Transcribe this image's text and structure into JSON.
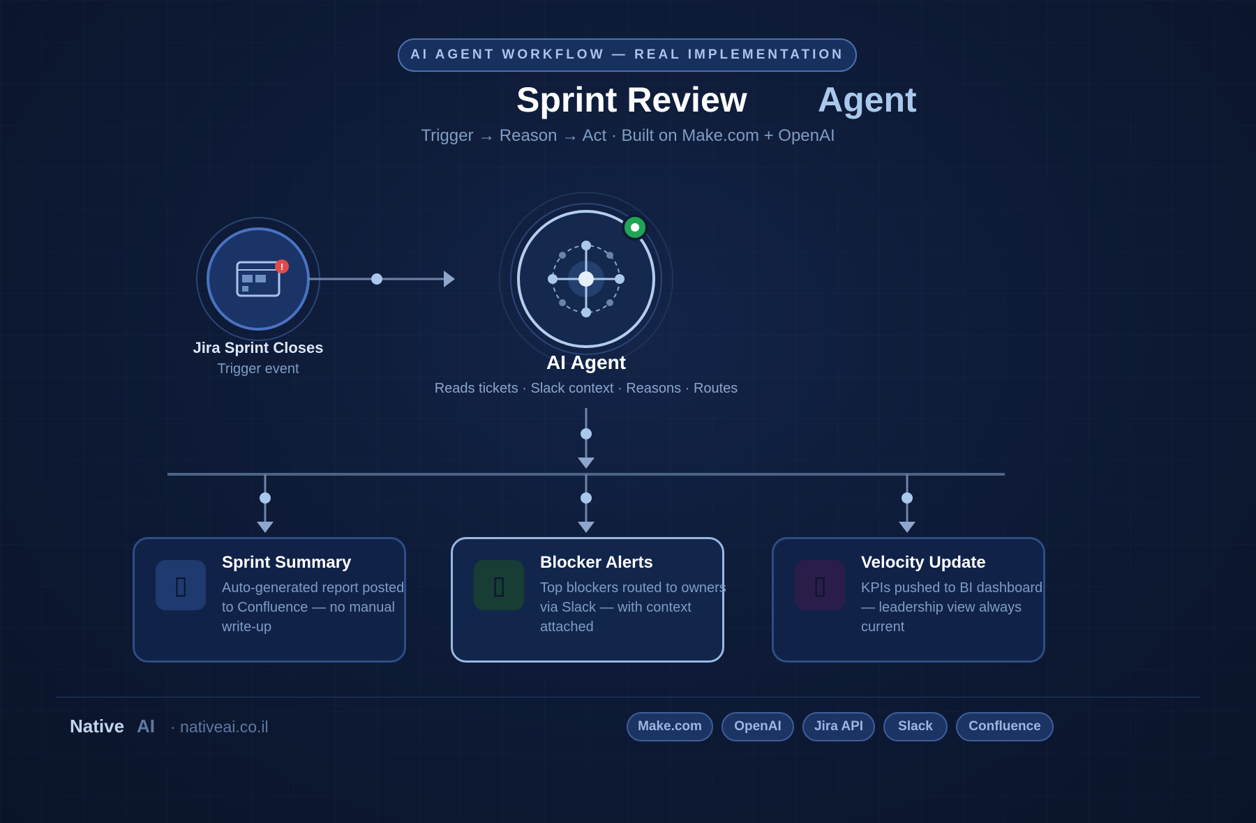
{
  "header": {
    "badge": "AI AGENT WORKFLOW — REAL IMPLEMENTATION",
    "title_main": "Sprint Review",
    "title_accent": "Agent",
    "subtitle": "Trigger → Reason → Act · Built on Make.com + OpenAI"
  },
  "trigger_node": {
    "title": "Jira Sprint Closes",
    "subtitle": "Trigger event",
    "alert_badge": "!",
    "icon": "jira-board-icon"
  },
  "agent_node": {
    "title": "AI Agent",
    "subtitle": "Reads tickets · Slack context · Reasons · Routes",
    "icon": "network-hub-icon",
    "status": "active"
  },
  "outputs": [
    {
      "title": "Sprint Summary",
      "description": "Auto-generated report posted to Confluence — no manual write-up",
      "icon": "document-icon",
      "icon_bg": "#1e3a6e"
    },
    {
      "title": "Blocker Alerts",
      "description": "Top blockers routed to owners via Slack — with context attached",
      "icon": "alert-icon",
      "icon_bg": "#173d34"
    },
    {
      "title": "Velocity Update",
      "description": "KPIs pushed to BI dashboard — leadership view always current",
      "icon": "chart-icon",
      "icon_bg": "#2a1d4a"
    }
  ],
  "footer": {
    "brand_primary": "Native",
    "brand_secondary": "AI",
    "website": "· nativeai.co.il",
    "tech_tags": [
      "Make.com",
      "OpenAI",
      "Jira API",
      "Slack",
      "Confluence"
    ]
  },
  "colors": {
    "background": "#0e1b37",
    "accent": "#a9c8ec",
    "status_green": "#1fa655",
    "alert_red": "#e04b4b"
  }
}
